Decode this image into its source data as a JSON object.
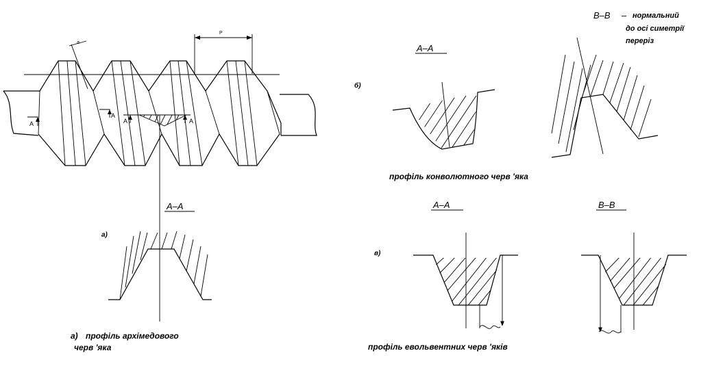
{
  "labels": {
    "pitch": "P",
    "gap": "a",
    "section_mark": "A",
    "section_aa_1": "A–A",
    "section_aa_2": "A–A",
    "section_aa_3": "A–A",
    "section_bb_top": "B–B",
    "section_bb_top_dash": "–",
    "section_bb_note_1": "нормальний",
    "section_bb_note_2": "до осі симетрії",
    "section_bb_note_3": "переріз",
    "section_bb_bottom": "B–B",
    "fig_a_letter": "а)",
    "fig_b_letter": "б)",
    "fig_v_letter": "в)",
    "caption_a_letter": "а)",
    "caption_a_1": "профіль архімедового",
    "caption_a_2": "черв 'яка",
    "caption_b": "профіль конволютного черв 'яка",
    "caption_v": "профіль евольвентних черв 'яків"
  }
}
